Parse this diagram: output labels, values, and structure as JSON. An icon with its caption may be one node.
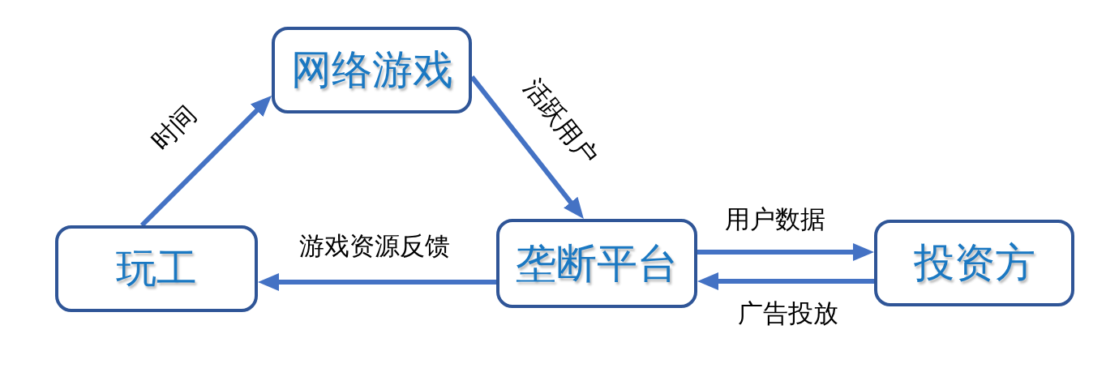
{
  "diagram": {
    "nodes": [
      {
        "text": [
          "网络游戏"
        ]
      },
      {
        "text": [
          "玩工"
        ]
      },
      {
        "text": [
          "垄断平台"
        ]
      },
      {
        "text": [
          "投资方"
        ]
      }
    ],
    "edges": [
      {
        "from": 1,
        "to": 0,
        "arrow": "to",
        "label": "时间"
      },
      {
        "from": 0,
        "to": 2,
        "arrow": "to",
        "label": "活跃用户"
      },
      {
        "from": 2,
        "to": 1,
        "arrow": "to",
        "label": "游戏资源反馈"
      },
      {
        "from": 2,
        "to": 3,
        "arrow": "to",
        "label": "用户数据"
      },
      {
        "from": 3,
        "to": 2,
        "arrow": "to",
        "label": "广告投放"
      }
    ]
  }
}
